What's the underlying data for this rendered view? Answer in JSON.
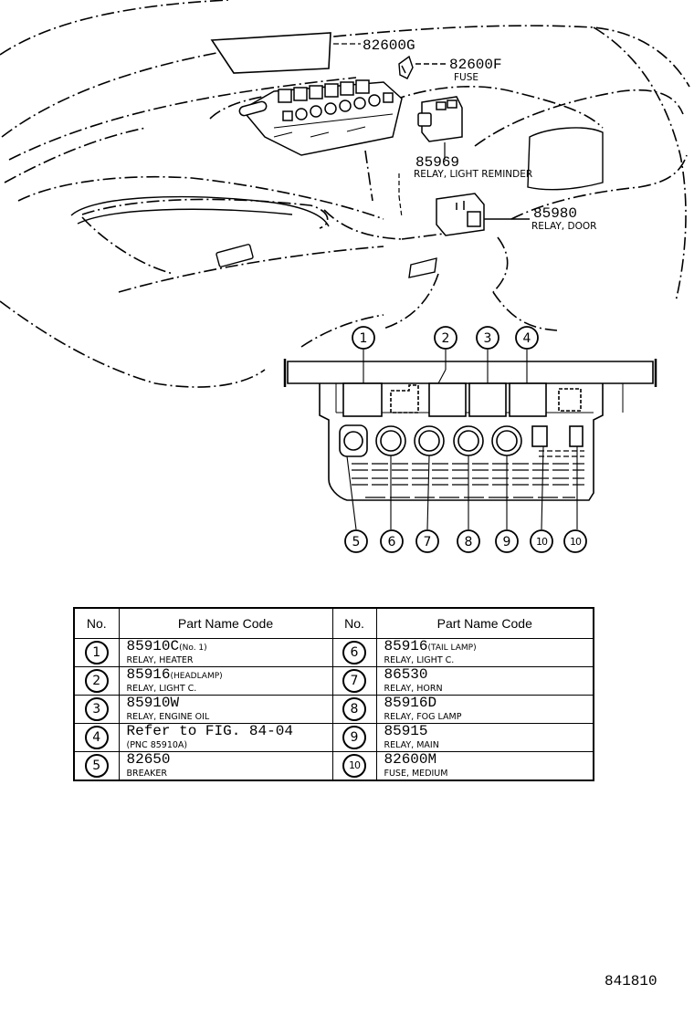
{
  "callouts": {
    "c1": {
      "code": "82600G",
      "desc": ""
    },
    "c2": {
      "code": "82600F",
      "desc": "FUSE"
    },
    "c3": {
      "code": "85969",
      "desc": "RELAY, LIGHT REMINDER"
    },
    "c4": {
      "code": "85980",
      "desc": "RELAY, DOOR"
    }
  },
  "detail_numbers": [
    "1",
    "2",
    "3",
    "4",
    "5",
    "6",
    "7",
    "8",
    "9",
    "10",
    "10"
  ],
  "table": {
    "headers": {
      "no": "No.",
      "name": "Part Name Code"
    },
    "rows": [
      {
        "left": {
          "no": "1",
          "code": "85910C",
          "note": "(No. 1)",
          "desc": "RELAY, HEATER"
        },
        "right": {
          "no": "6",
          "code": "85916",
          "note": "(TAIL LAMP)",
          "desc": "RELAY, LIGHT C."
        }
      },
      {
        "left": {
          "no": "2",
          "code": "85916",
          "note": "(HEADLAMP)",
          "desc": "RELAY, LIGHT C."
        },
        "right": {
          "no": "7",
          "code": "86530",
          "note": "",
          "desc": "RELAY, HORN"
        }
      },
      {
        "left": {
          "no": "3",
          "code": "85910W",
          "note": "",
          "desc": "RELAY, ENGINE OIL"
        },
        "right": {
          "no": "8",
          "code": "85916D",
          "note": "",
          "desc": "RELAY, FOG LAMP"
        }
      },
      {
        "left": {
          "no": "4",
          "code": "Refer to FIG. 84-04",
          "note": "",
          "desc": "(PNC 85910A)"
        },
        "right": {
          "no": "9",
          "code": "85915",
          "note": "",
          "desc": "RELAY, MAIN"
        }
      },
      {
        "left": {
          "no": "5",
          "code": "82650",
          "note": "",
          "desc": "BREAKER"
        },
        "right": {
          "no": "10",
          "code": "82600M",
          "note": "",
          "desc": "FUSE, MEDIUM"
        }
      }
    ]
  },
  "drawing_number": "841810"
}
